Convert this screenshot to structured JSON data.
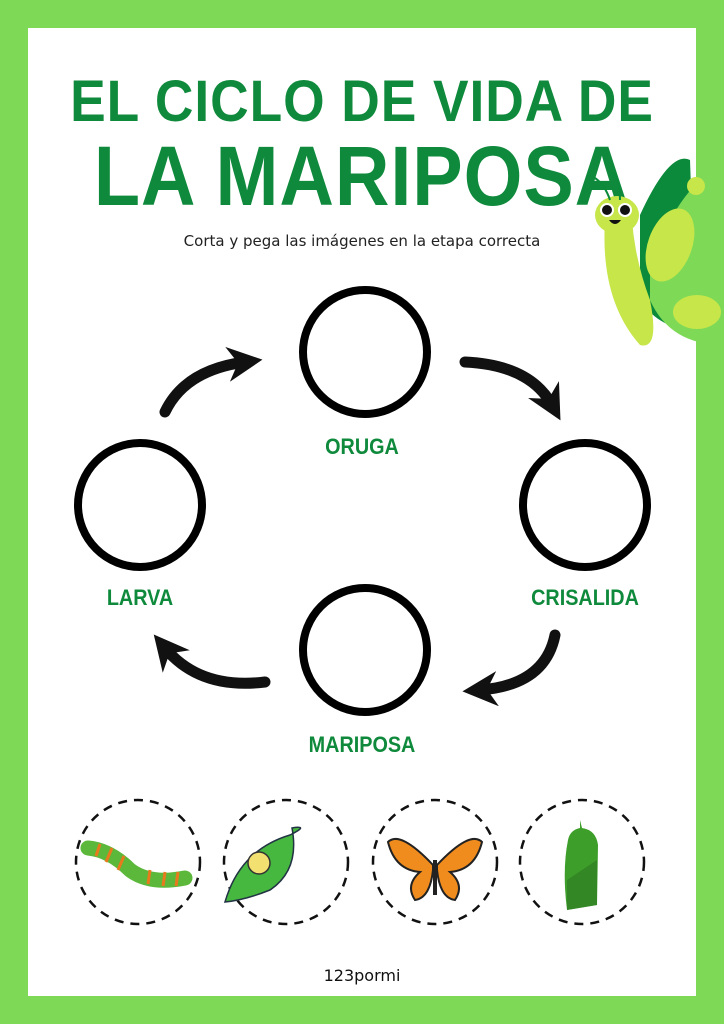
{
  "title_line1": "EL CICLO DE VIDA DE",
  "title_line2": "LA MARIPOSA",
  "subtitle": "Corta y pega las imágenes en la etapa correcta",
  "stages": [
    "ORUGA",
    "CRISALIDA",
    "MARIPOSA",
    "LARVA"
  ],
  "cutouts": [
    "caterpillar-image",
    "egg-on-leaf-image",
    "butterfly-image",
    "chrysalis-image"
  ],
  "brand": "123pormi",
  "colors": {
    "border": "#7ed957",
    "title": "#0f8a3c"
  }
}
